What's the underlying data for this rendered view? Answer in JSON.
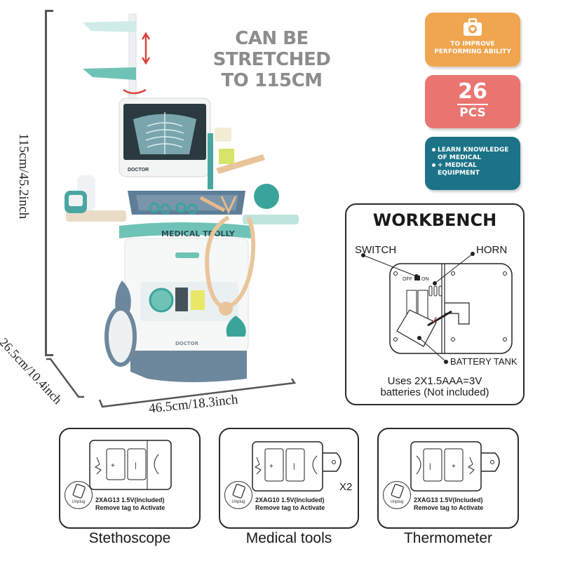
{
  "dimensions": {
    "height_label": "115cm/45.2inch",
    "depth_label": "26.5cm/10.4inch",
    "width_label": "46.5cm/18.3inch"
  },
  "stretch_note": {
    "line1": "CAN BE",
    "line2": "STRETCHED",
    "line3": "TO 115CM"
  },
  "product": {
    "trolley_label": "MEDICAL TROLLY",
    "monitor_label": "DOCTOR",
    "base_label": "DOCTOR"
  },
  "badges": {
    "ability": {
      "icon": "medical-kit-icon",
      "line1": "TO IMPROVE",
      "line2": "PERFORMING ABILITY",
      "color": "#f0a54f"
    },
    "pieces": {
      "count": "26",
      "unit": "PCS",
      "color": "#ea7570"
    },
    "learn": {
      "items": [
        {
          "line1": "LEARN KNOWLEDGE",
          "line2": "OF MEDICAL"
        },
        {
          "line1": "+ MEDICAL",
          "line2": "EQUIPMENT"
        }
      ],
      "color": "#1c7387"
    }
  },
  "workbench": {
    "title": "WORKBENCH",
    "switch_label": "SWITCH",
    "horn_label": "HORN",
    "off_label": "OFF",
    "on_label": "ON",
    "battery_tank_label": "BATTERY TANK",
    "uses_line1": "Uses 2X1.5AAA=3V",
    "uses_line2": "batteries (Not included)"
  },
  "battery_panels": [
    {
      "spec": "2XAG13 1.5V(Included)",
      "note": "Remove tag to Activate",
      "unplug": "Unplug",
      "caption": "Stethoscope",
      "multiplier": ""
    },
    {
      "spec": "2XAG10 1.5V(Included)",
      "note": "Remove tag to Activate",
      "unplug": "Unplug",
      "caption": "Medical tools",
      "multiplier": "X2"
    },
    {
      "spec": "2XAG13 1.5V(Included)",
      "note": "Remove tag to Activate",
      "unplug": "Unplug",
      "caption": "Thermometer",
      "multiplier": ""
    }
  ],
  "colors": {
    "teal": "#5fc3b3",
    "slate": "#5e7d96",
    "accent_red": "#d9423c"
  }
}
